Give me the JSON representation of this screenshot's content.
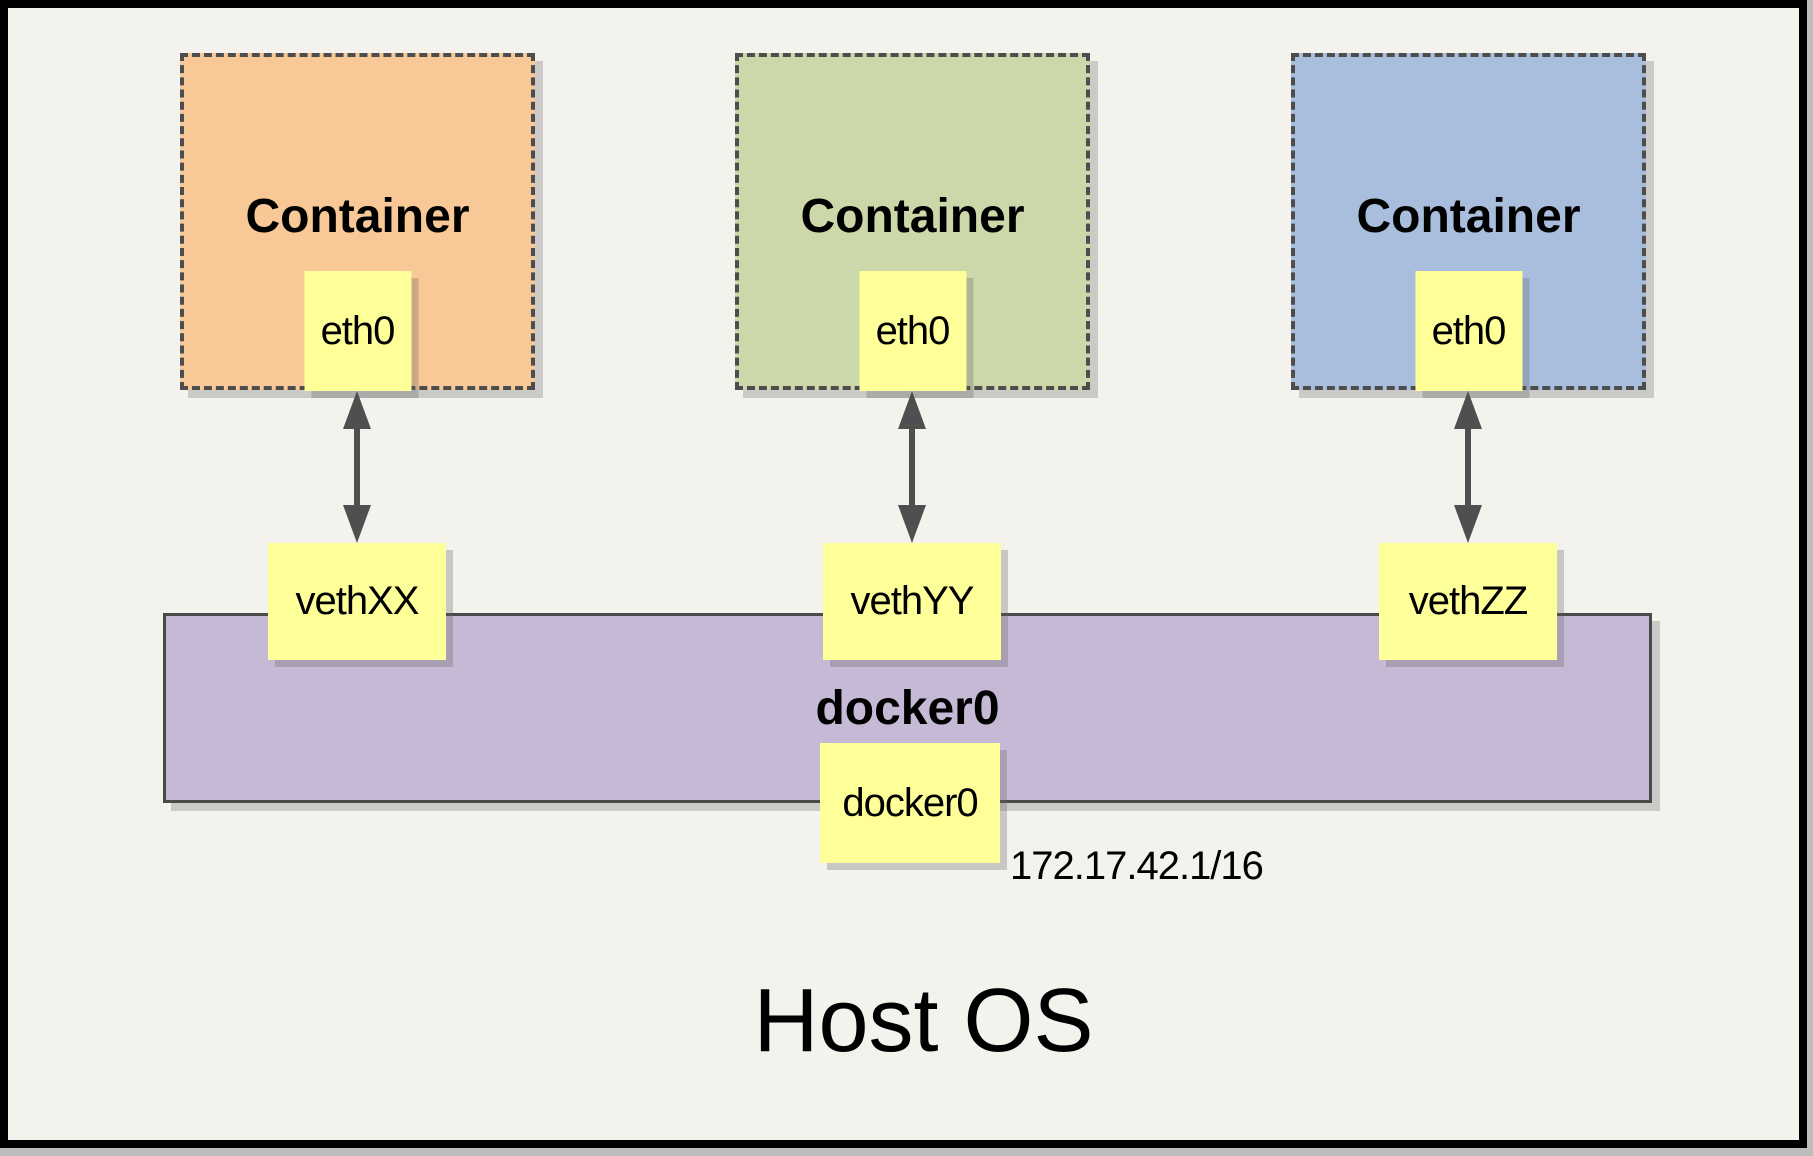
{
  "diagram": {
    "host_label": "Host OS",
    "containers": [
      {
        "title": "Container",
        "iface": "eth0",
        "veth": "vethXX",
        "fill": "#f8c896"
      },
      {
        "title": "Container",
        "iface": "eth0",
        "veth": "vethYY",
        "fill": "#cdd8aa"
      },
      {
        "title": "Container",
        "iface": "eth0",
        "veth": "vethZZ",
        "fill": "#a9bedd"
      }
    ],
    "bridge": {
      "title": "docker0",
      "iface": "docker0",
      "ip": "172.17.42.1/16",
      "fill": "#c6b9d6"
    },
    "colors": {
      "background": "#f4f2ed",
      "node_fill": "#ffff99",
      "dashed_border": "#4d4d4d",
      "arrow": "#4f4f4f",
      "frame_border": "#000000",
      "text": "#000000"
    }
  }
}
